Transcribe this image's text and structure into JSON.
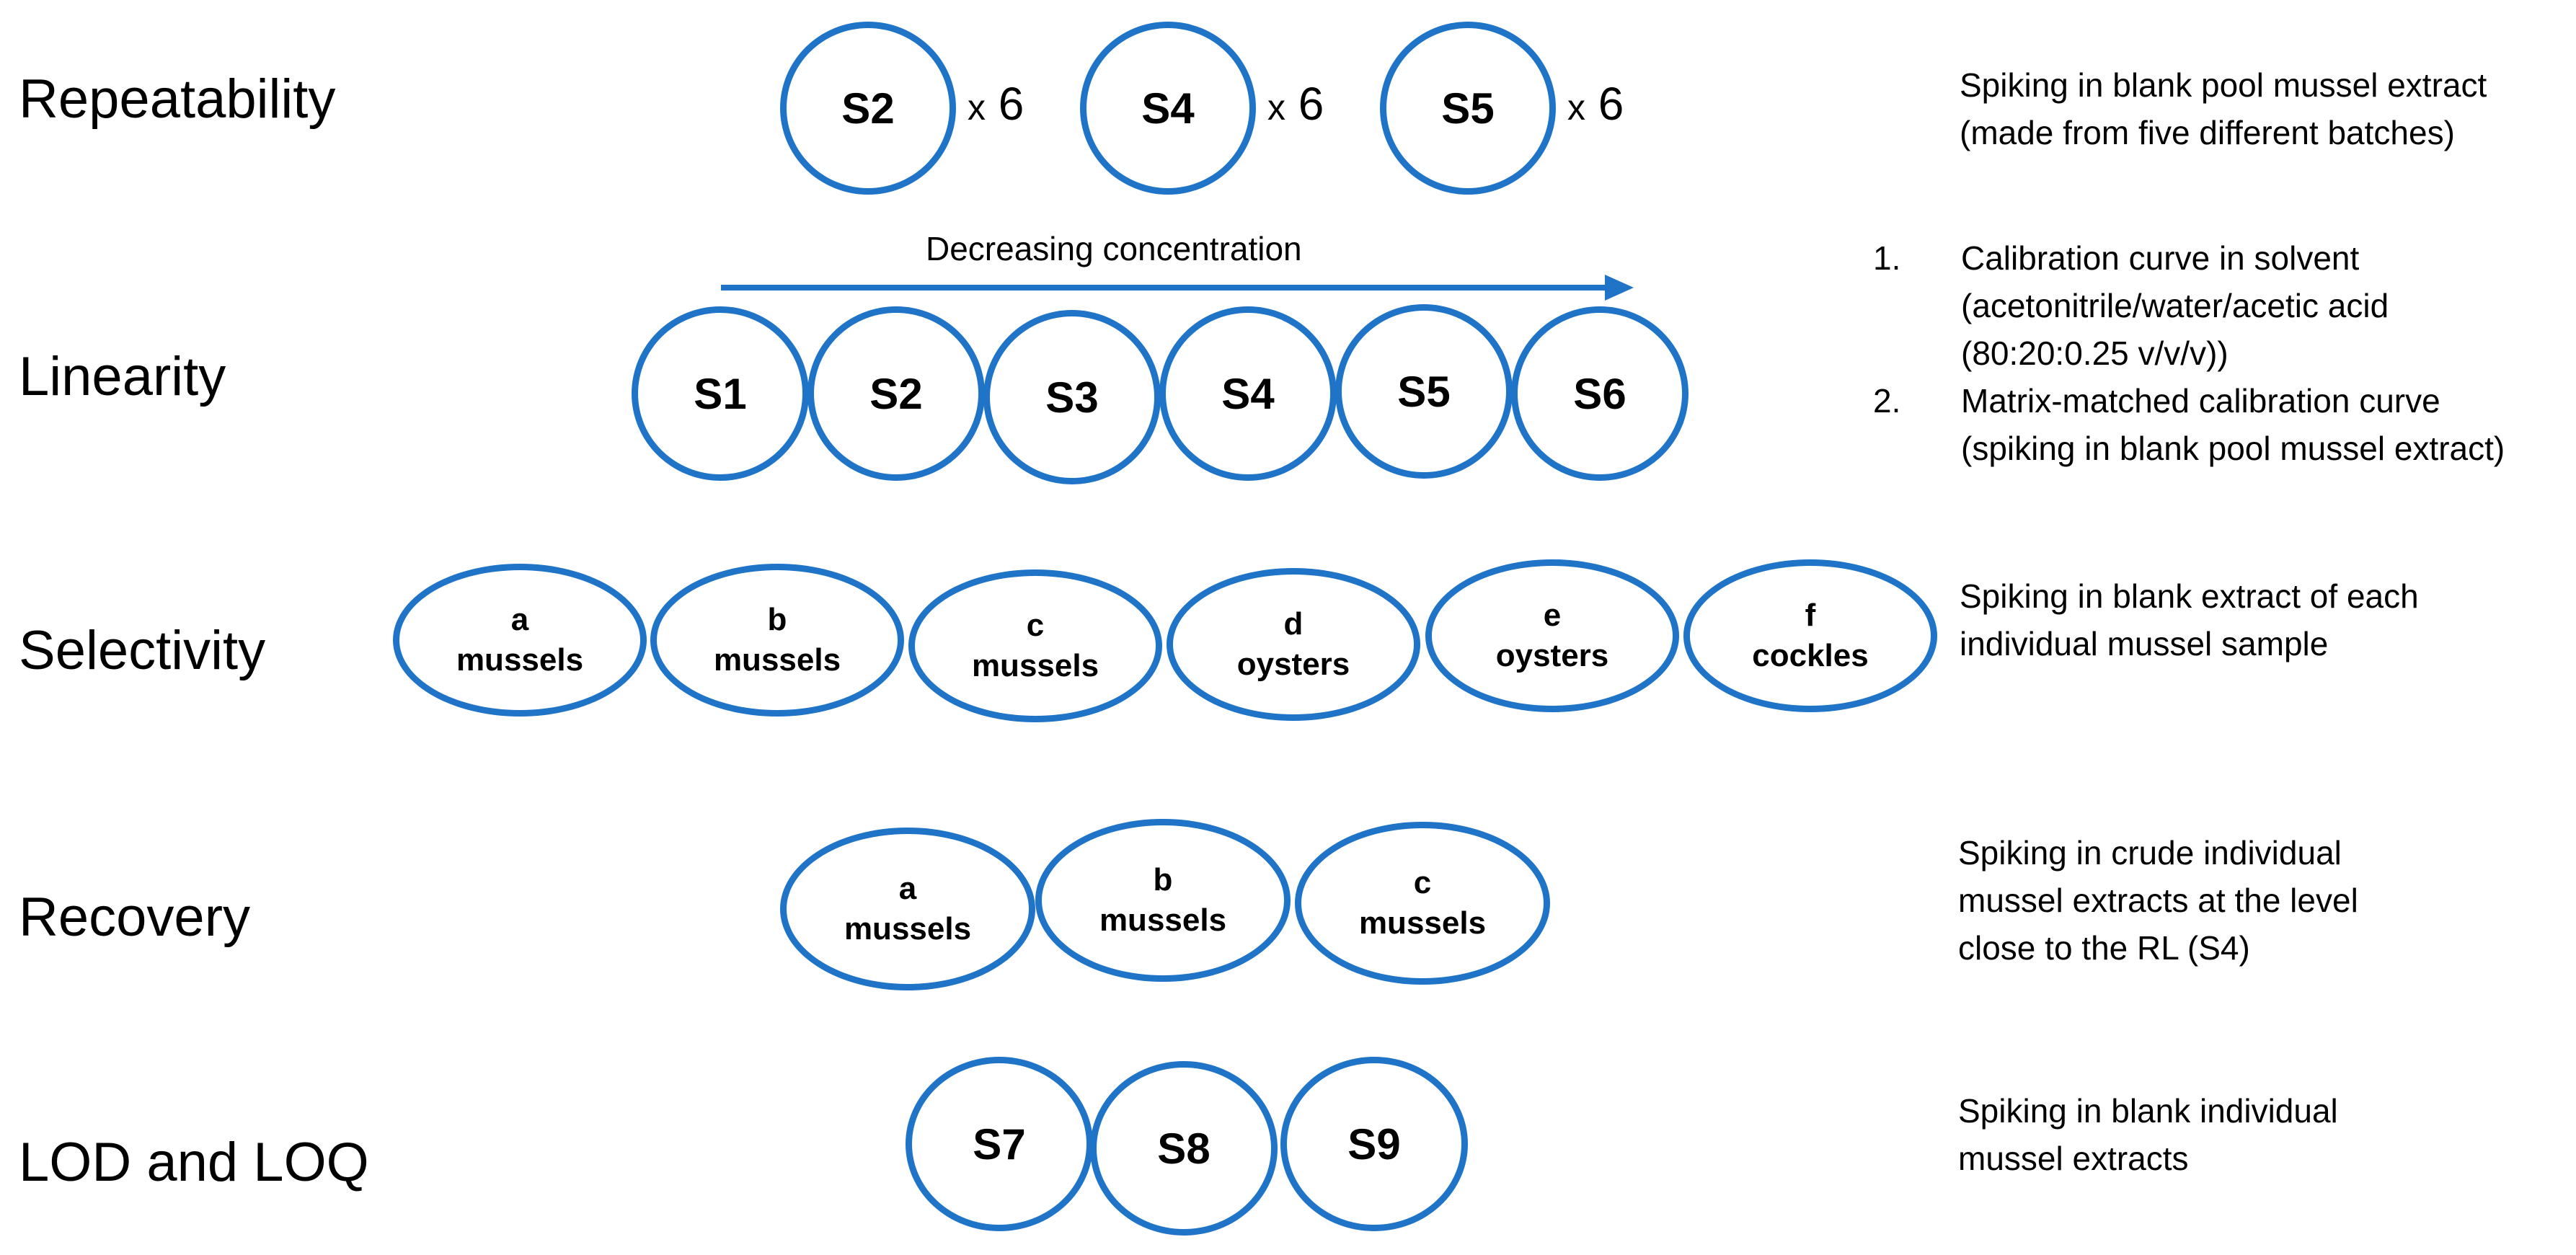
{
  "rows": {
    "repeatability": {
      "label": "Repeatability",
      "samples": [
        {
          "name": "S2",
          "multiplier": "6"
        },
        {
          "name": "S4",
          "multiplier": "6"
        },
        {
          "name": "S5",
          "multiplier": "6"
        }
      ],
      "times_symbol": "x",
      "note": [
        "Spiking in blank pool mussel extract",
        "(made from five different batches)"
      ]
    },
    "linearity": {
      "label": "Linearity",
      "arrow_label": "Decreasing concentration",
      "samples": [
        "S1",
        "S2",
        "S3",
        "S4",
        "S5",
        "S6"
      ],
      "notes": [
        {
          "num": "1.",
          "lines": [
            "Calibration curve in solvent",
            "(acetonitrile/water/acetic acid",
            "(80:20:0.25 v/v/v))"
          ]
        },
        {
          "num": "2.",
          "lines": [
            "Matrix-matched calibration curve",
            "(spiking in blank pool mussel extract)"
          ]
        }
      ]
    },
    "selectivity": {
      "label": "Selectivity",
      "samples": [
        {
          "id": "a",
          "type": "mussels"
        },
        {
          "id": "b",
          "type": "mussels"
        },
        {
          "id": "c",
          "type": "mussels"
        },
        {
          "id": "d",
          "type": "oysters"
        },
        {
          "id": "e",
          "type": "oysters"
        },
        {
          "id": "f",
          "type": "cockles"
        }
      ],
      "note": [
        "Spiking in blank extract of each",
        "individual mussel sample"
      ]
    },
    "recovery": {
      "label": "Recovery",
      "samples": [
        {
          "id": "a",
          "type": "mussels"
        },
        {
          "id": "b",
          "type": "mussels"
        },
        {
          "id": "c",
          "type": "mussels"
        }
      ],
      "note": [
        "Spiking in crude individual",
        "mussel extracts at the level",
        "close to the RL (S4)"
      ]
    },
    "lod_loq": {
      "label": "LOD and LOQ",
      "samples": [
        "S7",
        "S8",
        "S9"
      ],
      "note": [
        "Spiking in  blank individual",
        "mussel extracts"
      ]
    }
  },
  "colors": {
    "accent": "#1f74c8"
  }
}
